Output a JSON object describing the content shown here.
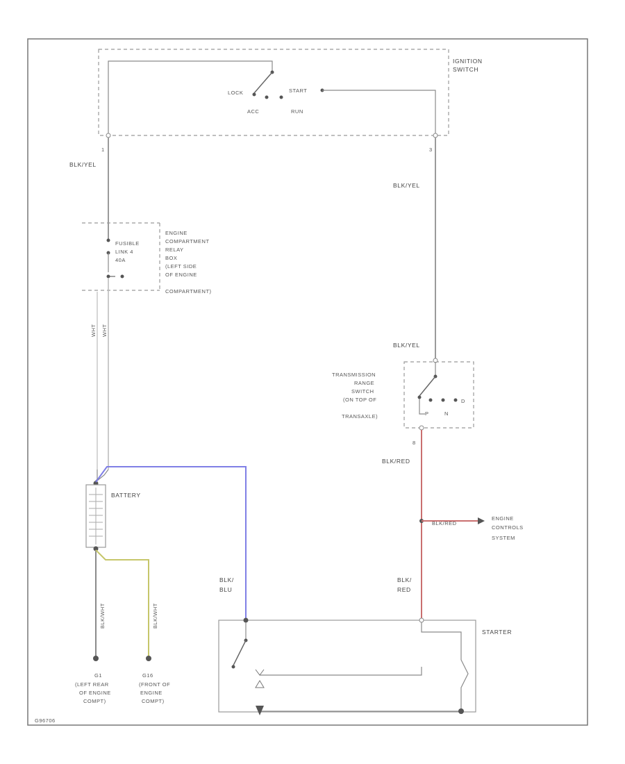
{
  "ignition": {
    "title_line1": "IGNITION",
    "title_line2": "SWITCH",
    "pos_lock": "LOCK",
    "pos_start": "START",
    "pos_acc": "ACC",
    "pos_run": "RUN",
    "pin_left": "1",
    "pin_right": "3"
  },
  "wires": {
    "blk_yel_1": "BLK/YEL",
    "blk_yel_2": "BLK/YEL",
    "blk_yel_3": "BLK/YEL",
    "white_1": "WHT",
    "white_2": "WHT",
    "blk_red_1": "BLK/RED",
    "blk_red_2": "BLK/RED",
    "blk_red_3_line1": "BLK/",
    "blk_red_3_line2": "RED",
    "blk_blu_line1": "BLK/",
    "blk_blu_line2": "BLU",
    "ground_1": "BLK/WHT",
    "ground_2": "BLK/WHT"
  },
  "fuse": {
    "label_line1": "FUSIBLE",
    "label_line2": "LINK 4",
    "label_line3": "40A"
  },
  "relay_box": {
    "line1": "ENGINE",
    "line2": "COMPARTMENT",
    "line3": "RELAY",
    "line4": "BOX",
    "line5": "(LEFT SIDE",
    "line6": "OF ENGINE",
    "line7": "COMPARTMENT)"
  },
  "trans_switch": {
    "line1": "TRANSMISSION",
    "line2": "RANGE",
    "line3": "SWITCH",
    "line4": "(ON TOP OF",
    "line5": "TRANSAXLE)",
    "pos_p": "P",
    "pos_n": "N",
    "pos_d": "D",
    "pin": "8"
  },
  "battery": {
    "label": "BATTERY"
  },
  "engine_controls": {
    "line1": "ENGINE",
    "line2": "CONTROLS",
    "line3": "SYSTEM"
  },
  "starter": {
    "label": "STARTER"
  },
  "ground_left": {
    "code": "G1",
    "line1": "(LEFT REAR",
    "line2": "OF ENGINE",
    "line3": "COMPT)"
  },
  "ground_right": {
    "code": "G16",
    "line1": "(FRONT OF",
    "line2": "ENGINE",
    "line3": "COMPT)"
  },
  "footer_code": "G96706",
  "colors": {
    "wire_blue": "#7f7fe6",
    "wire_red": "#c96f6f",
    "wire_yellow": "#c6c66a",
    "wire_gray": "#9a9a9a"
  }
}
